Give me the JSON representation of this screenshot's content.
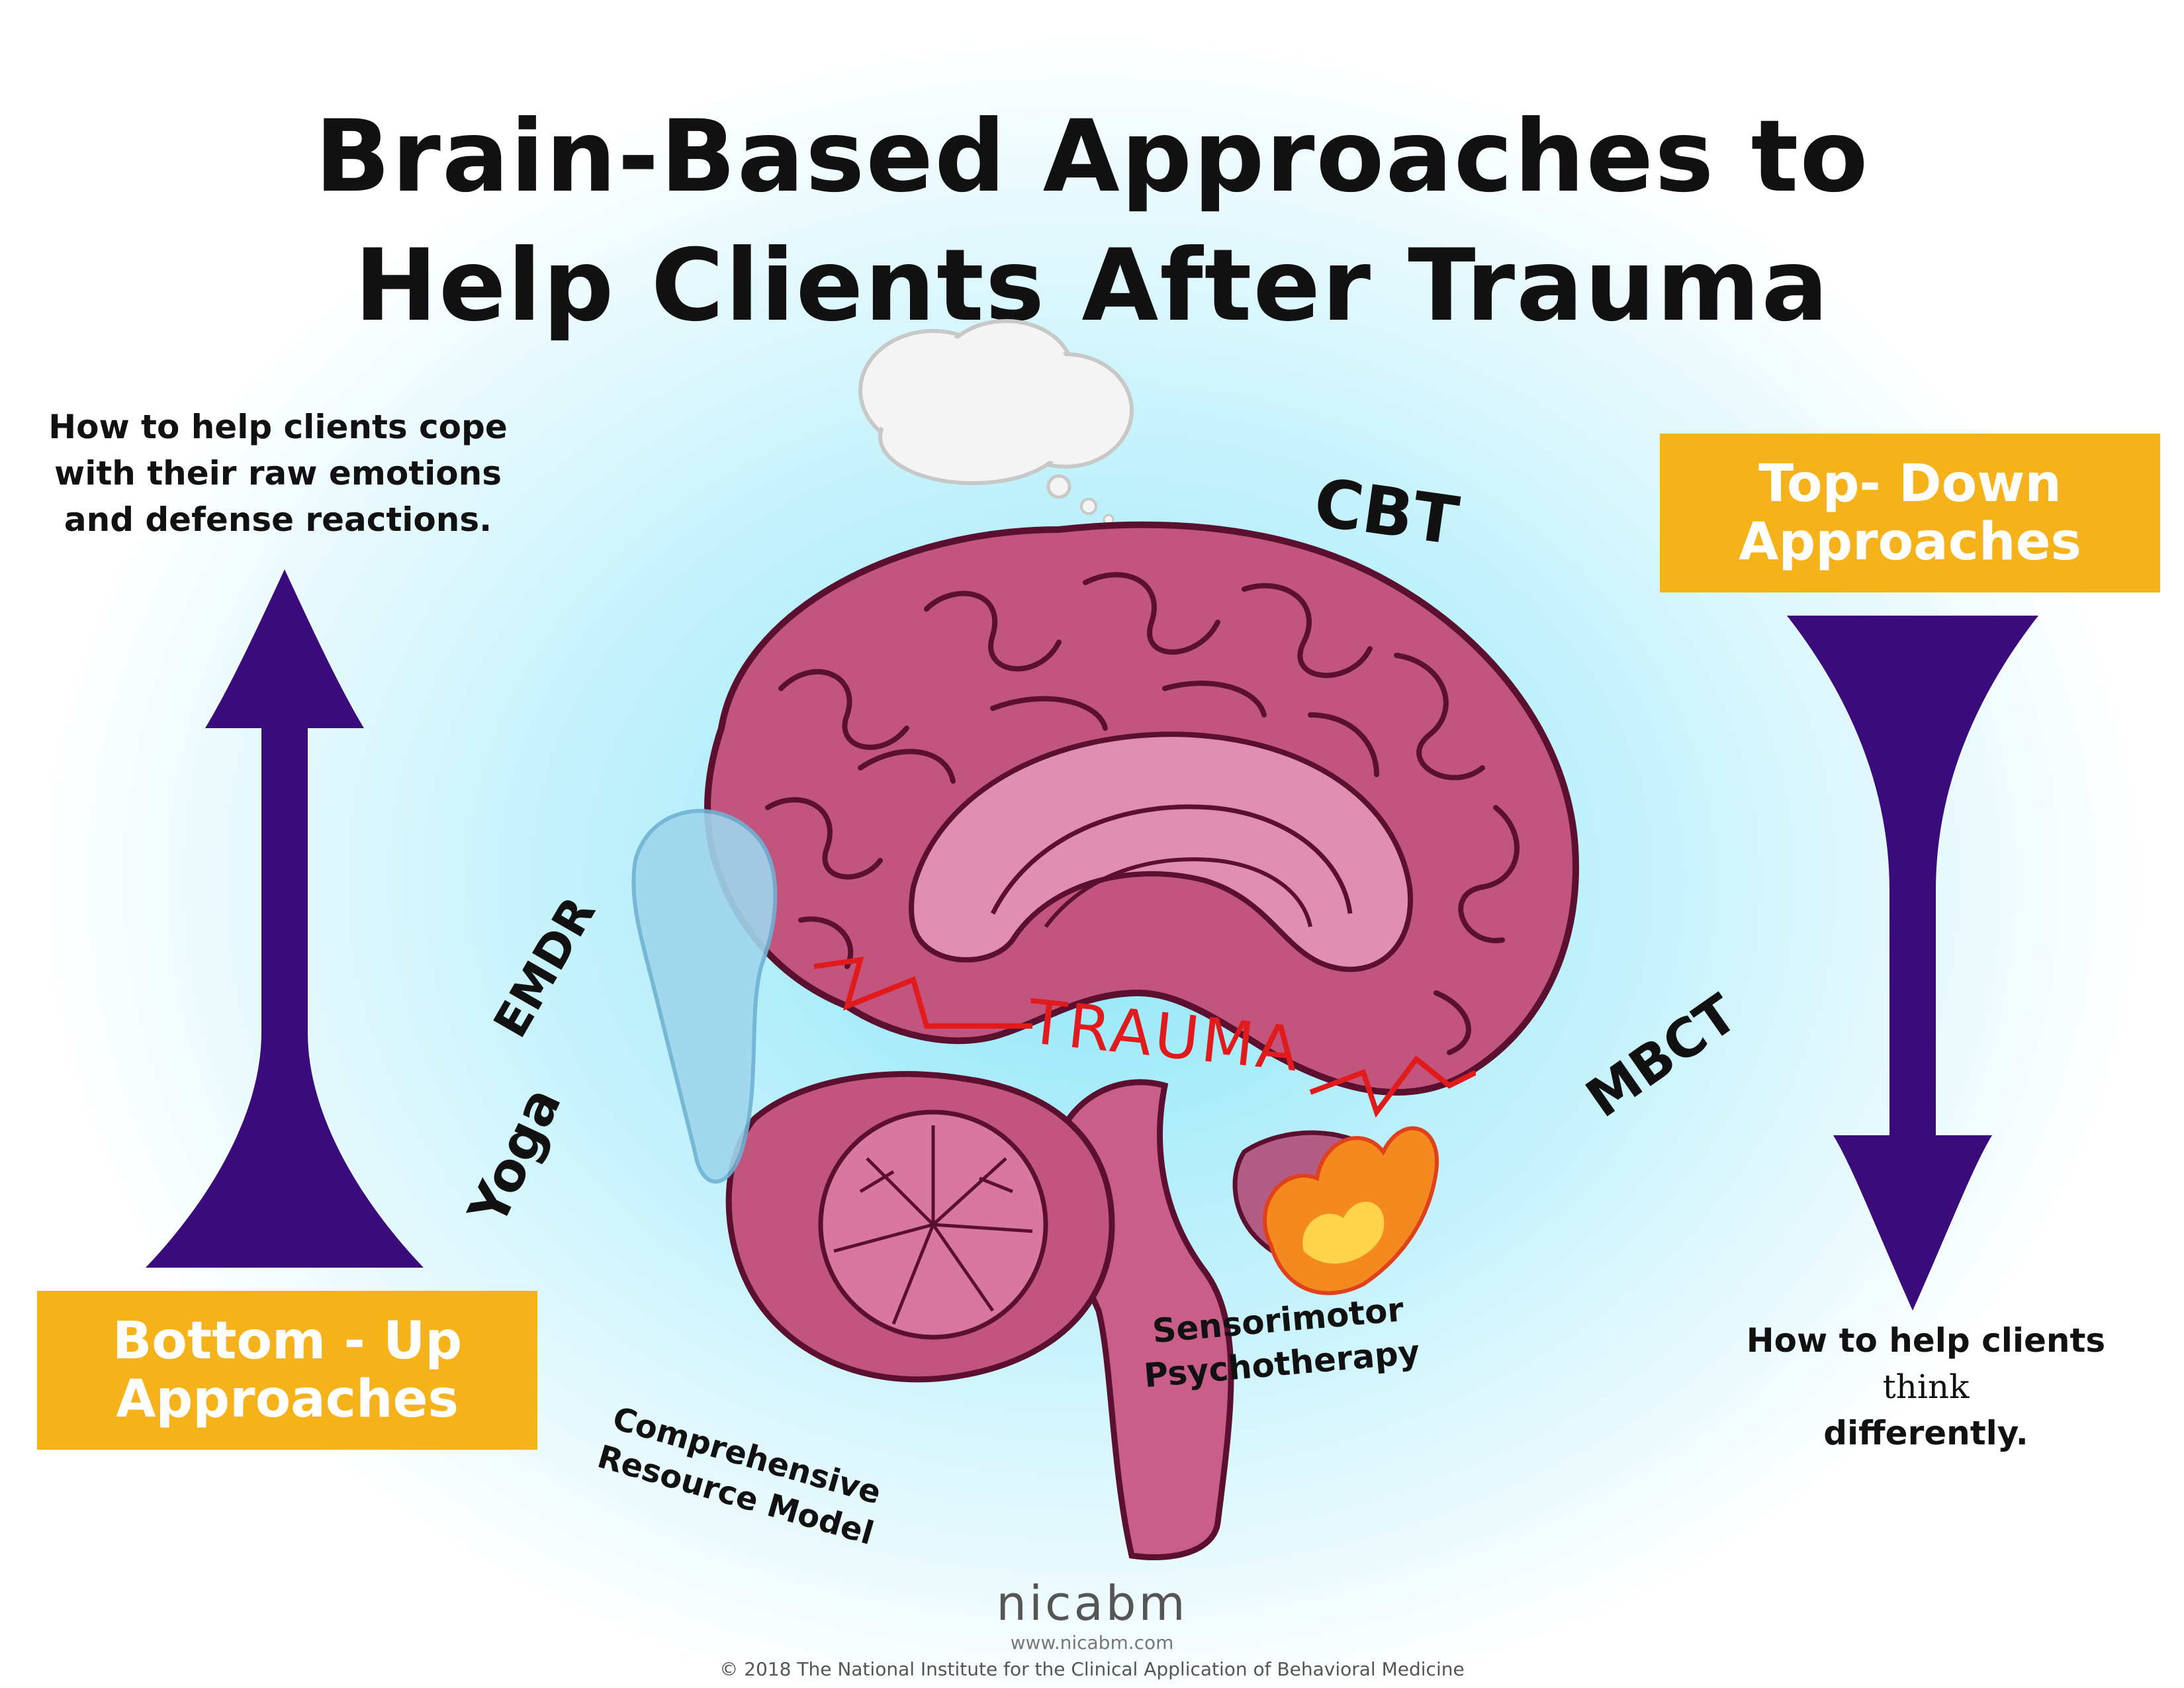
{
  "title": {
    "line1": "Brain-Based Approaches to",
    "line2": "Help Clients After Trauma"
  },
  "left": {
    "description": [
      "How to help clients cope",
      "with their raw emotions",
      "and defense reactions."
    ],
    "box": [
      "Bottom - Up",
      "Approaches"
    ]
  },
  "right": {
    "box": [
      "Top- Down",
      "Approaches"
    ],
    "description": [
      "How to help clients",
      "think",
      "differently."
    ]
  },
  "approaches": {
    "cbt": "CBT",
    "mbct": "MBCT",
    "emdr": "EMDR",
    "yoga": "Yoga",
    "sensorimotor": [
      "Sensorimotor",
      "Psychotherapy"
    ],
    "crm": [
      "Comprehensive",
      "Resource Model"
    ]
  },
  "trauma_label": "TRAUMA",
  "footer": {
    "brand": "nicabm",
    "url": "www.nicabm.com",
    "copyright": "©  2018  The National Institute for the Clinical Application of Behavioral Medicine"
  },
  "colors": {
    "arrow": "#3a0b7a",
    "box": "#f6b21a",
    "brain": "#c2557e",
    "trauma": "#e11b1b",
    "glow": "#a9ecfa"
  }
}
